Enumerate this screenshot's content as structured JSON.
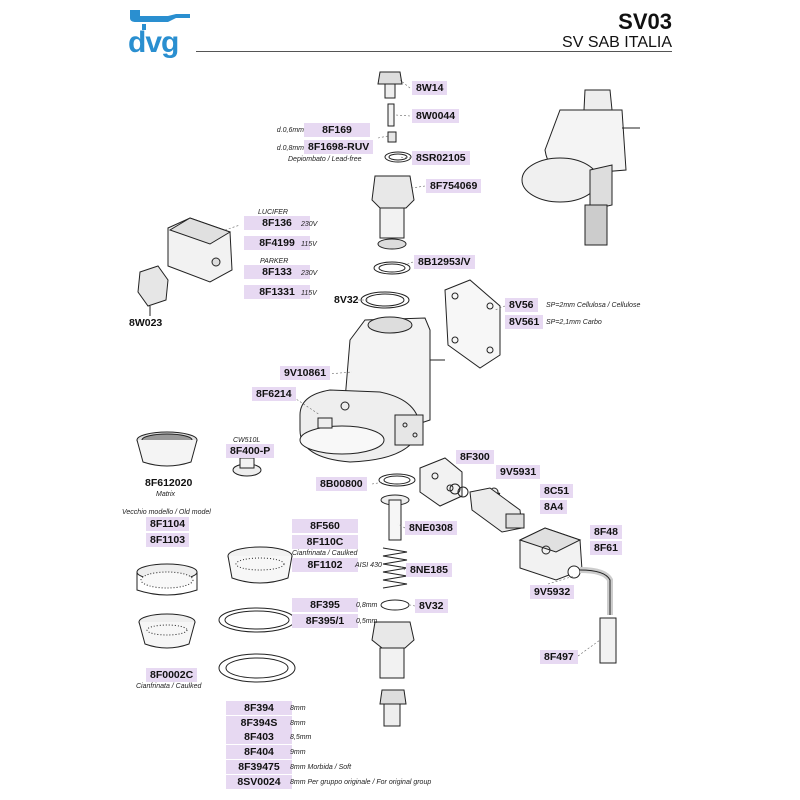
{
  "brand": {
    "logo_text": "dvg"
  },
  "header": {
    "model_code": "SV03",
    "model_name": "SV SAB ITALIA"
  },
  "parts": {
    "p8W14": "8W14",
    "p8W0044": "8W0044",
    "p8F169": "8F169",
    "p8F1698": "8F1698-RUV",
    "p8SR02105": "8SR02105",
    "p8F754069": "8F754069",
    "p8F136": "8F136",
    "p8F4199": "8F4199",
    "p8F133": "8F133",
    "p8F1331": "8F1331",
    "p8B12953": "8B12953/V",
    "p8V32a": "8V32",
    "p8W023": "8W023",
    "p8V56": "8V56",
    "p8V561": "8V561",
    "p9V10861": "9V10861",
    "p8F6214": "8F6214",
    "p8F400P": "8F400-P",
    "p8F612020": "8F612020",
    "p8F300": "8F300",
    "p9V5931": "9V5931",
    "p8B00800": "8B00800",
    "p8C51": "8C51",
    "p8A4": "8A4",
    "p8F1104": "8F1104",
    "p8F1103": "8F1103",
    "p8F560": "8F560",
    "p8NE0308": "8NE0308",
    "p8F110C": "8F110C",
    "p8F48": "8F48",
    "p8F61": "8F61",
    "p8F1102": "8F1102",
    "p8NE185": "8NE185",
    "p9V5932": "9V5932",
    "p8F395": "8F395",
    "p8F3951": "8F395/1",
    "p8V32b": "8V32",
    "p8F0002C": "8F0002C",
    "p8F497": "8F497",
    "p8F394": "8F394",
    "p8F394S": "8F394S",
    "p8F403": "8F403",
    "p8F404": "8F404",
    "p8F39475": "8F39475",
    "p8SV0024": "8SV0024"
  },
  "notes": {
    "d06": "d.0,6mm",
    "d08": "d.0,8mm",
    "lead_free": "Depiombato / Lead-free",
    "lucifer": "LUCIFER",
    "v230a": "230V",
    "v115a": "115V",
    "parker": "PARKER",
    "v230b": "230V",
    "v115b": "115V",
    "sp2": "SP=2mm Cellulosa / Cellulose",
    "sp21": "SP=2,1mm  Carbo",
    "cw510l": "CW510L",
    "matrix": "Matrix",
    "old_model": "Vecchio modello / Old model",
    "caulked_a": "Cianfrinata / Caulked",
    "aisi": "AISI 430",
    "mm08": "0,8mm",
    "mm05": "0,5mm",
    "caulked_b": "Cianfrinata / Caulked",
    "mm8a": "8mm",
    "mm8b": "8mm",
    "mm85": "8,5mm",
    "mm9": "9mm",
    "soft": "8mm Morbida / Soft",
    "orig": "8mm Per gruppo originale / For original group"
  },
  "icons": [
    "dvg-logo-icon"
  ]
}
